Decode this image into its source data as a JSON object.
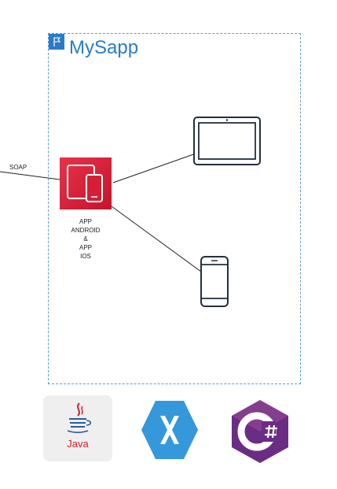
{
  "diagram": {
    "group_title": "MySapp",
    "connection_label": "SOAP",
    "app_label_lines": [
      "APP",
      "ANDROID",
      "&",
      "APP",
      "IOS"
    ],
    "icons": [
      "flag-icon",
      "mobile-app-icon",
      "tablet-icon",
      "phone-icon"
    ],
    "technology_logos": [
      {
        "name": "java-logo",
        "text": "Java"
      },
      {
        "name": "xamarin-logo"
      },
      {
        "name": "csharp-logo"
      }
    ],
    "colors": {
      "group_border": "#5a9bd4",
      "group_title": "#2a7cc7",
      "app_icon": "#d61f36",
      "device_stroke": "#232f3e",
      "java": "#d02030",
      "xamarin": "#3498db",
      "csharp": "#7a2d8e"
    }
  },
  "logos": {
    "java_text": "Java"
  }
}
